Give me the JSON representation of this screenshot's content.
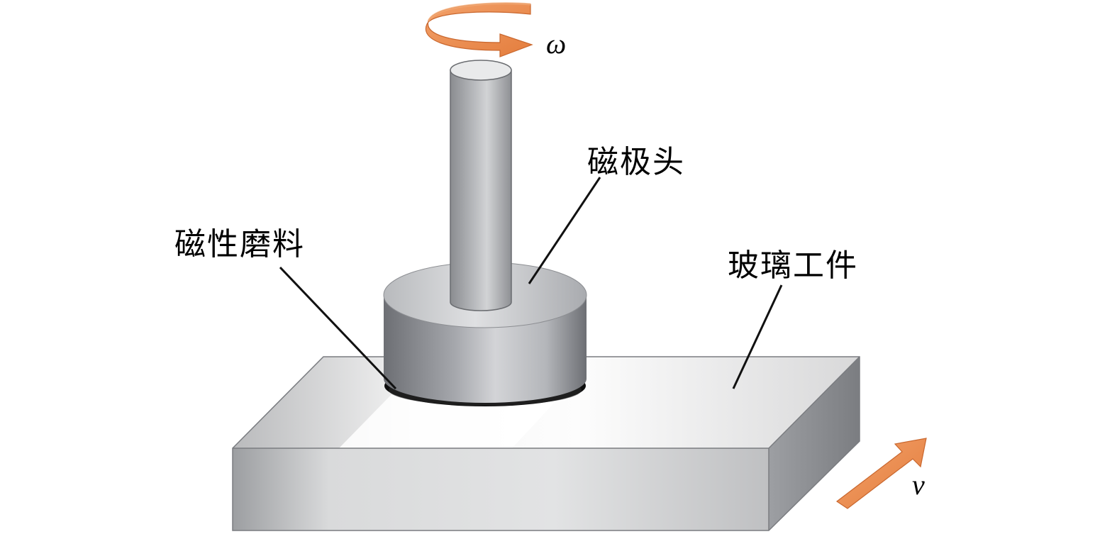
{
  "labels": {
    "pole_head": "磁极头",
    "magnetic_abrasive": "磁性磨料",
    "glass_workpiece": "玻璃工件",
    "angular_velocity": "ω",
    "feed_velocity": "v"
  },
  "colors": {
    "arrow": "#E8864A",
    "arrow_edge": "#C9672E",
    "metal_light": "#d8d9dd",
    "metal_mid": "#a7a9ae",
    "metal_dark": "#6f7176",
    "glass_top": "#ececec",
    "glass_side": "#c9cacb",
    "abrasive": "#111111",
    "leader": "#111111"
  },
  "icons": {
    "rotation": "curved-rotation-arrow-icon",
    "feed": "straight-feed-arrow-icon"
  }
}
